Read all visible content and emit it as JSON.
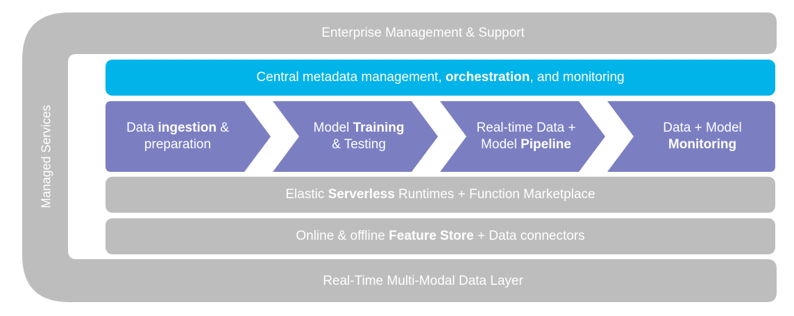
{
  "layers": {
    "enterprise": "Enterprise Management & Support",
    "managed_services": "Managed Services",
    "central": {
      "pre": "Central metadata management, ",
      "bold": "orchestration",
      "post": ", and monitoring"
    },
    "steps": [
      {
        "line1_pre": "Data ",
        "line1_bold": "ingestion",
        "line1_post": " &",
        "line2_pre": "preparation",
        "line2_bold": ""
      },
      {
        "line1_pre": "Model ",
        "line1_bold": "Training",
        "line1_post": "",
        "line2_pre": "& Testing",
        "line2_bold": ""
      },
      {
        "line1_pre": "Real-time Data +",
        "line1_bold": "",
        "line1_post": "",
        "line2_pre": "Model ",
        "line2_bold": "Pipeline"
      },
      {
        "line1_pre": "Data + Model",
        "line1_bold": "",
        "line1_post": "",
        "line2_pre": "",
        "line2_bold": "Monitoring"
      }
    ],
    "serverless": {
      "pre": "Elastic ",
      "bold": "Serverless",
      "post": " Runtimes + Function Marketplace"
    },
    "feature_store": {
      "pre": "Online & offline ",
      "bold": "Feature Store",
      "post": " + Data connectors"
    },
    "data_layer": "Real-Time Multi-Modal Data Layer"
  },
  "colors": {
    "gray": "#bdbdbd",
    "blue": "#00b3e9",
    "purple": "#7b7fc2"
  }
}
